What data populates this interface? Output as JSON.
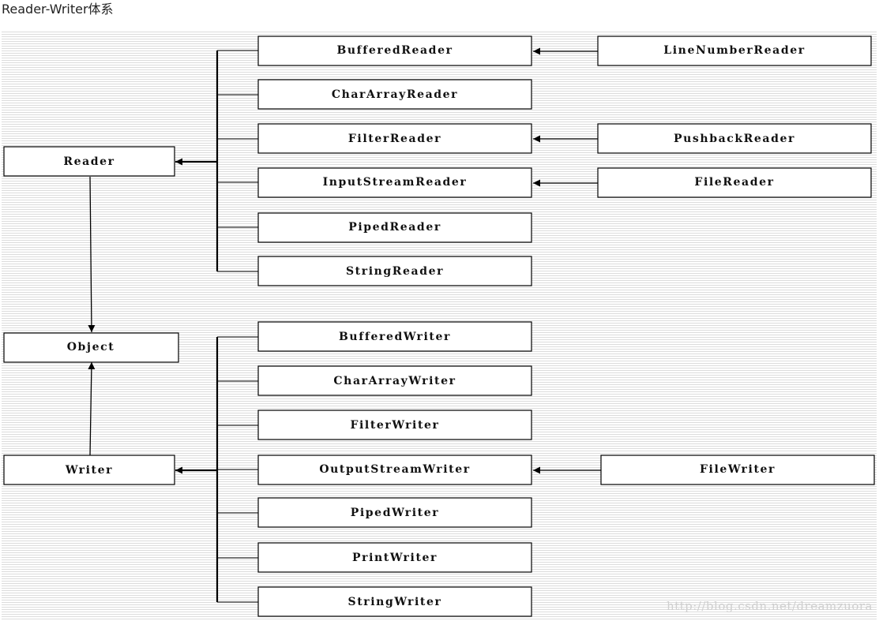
{
  "title": "Reader-Writer体系",
  "watermark": "http://blog.csdn.net/dreamzuora",
  "nodes": {
    "reader": "Reader",
    "object": "Object",
    "writer": "Writer",
    "buffered_reader": "BufferedReader",
    "char_array_reader": "CharArrayReader",
    "filter_reader": "FilterReader",
    "input_stream_reader": "InputStreamReader",
    "piped_reader": "PipedReader",
    "string_reader": "StringReader",
    "line_number_reader": "LineNumberReader",
    "pushback_reader": "PushbackReader",
    "file_reader": "FileReader",
    "buffered_writer": "BufferedWriter",
    "char_array_writer": "CharArrayWriter",
    "filter_writer": "FilterWriter",
    "output_stream_writer": "OutputStreamWriter",
    "piped_writer": "PipedWriter",
    "print_writer": "PrintWriter",
    "string_writer": "StringWriter",
    "file_writer": "FileWriter"
  },
  "edges": [
    {
      "from": "reader",
      "to": "object"
    },
    {
      "from": "writer",
      "to": "object"
    },
    {
      "from": "buffered_reader",
      "to": "reader"
    },
    {
      "from": "char_array_reader",
      "to": "reader"
    },
    {
      "from": "filter_reader",
      "to": "reader"
    },
    {
      "from": "input_stream_reader",
      "to": "reader"
    },
    {
      "from": "piped_reader",
      "to": "reader"
    },
    {
      "from": "string_reader",
      "to": "reader"
    },
    {
      "from": "line_number_reader",
      "to": "buffered_reader"
    },
    {
      "from": "pushback_reader",
      "to": "filter_reader"
    },
    {
      "from": "file_reader",
      "to": "input_stream_reader"
    },
    {
      "from": "buffered_writer",
      "to": "writer"
    },
    {
      "from": "char_array_writer",
      "to": "writer"
    },
    {
      "from": "filter_writer",
      "to": "writer"
    },
    {
      "from": "output_stream_writer",
      "to": "writer"
    },
    {
      "from": "piped_writer",
      "to": "writer"
    },
    {
      "from": "print_writer",
      "to": "writer"
    },
    {
      "from": "string_writer",
      "to": "writer"
    },
    {
      "from": "file_writer",
      "to": "output_stream_writer"
    }
  ]
}
